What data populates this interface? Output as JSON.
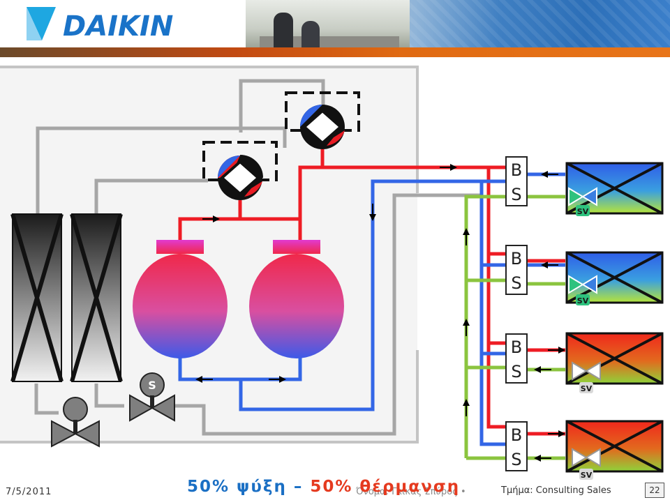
{
  "header": {
    "brand": "DAIKIN",
    "colors": {
      "brand_blue": "#1a73c8",
      "band_orange": "#e06a12"
    }
  },
  "diagram": {
    "bs_units": [
      {
        "b": "B",
        "s": "S"
      },
      {
        "b": "B",
        "s": "S"
      },
      {
        "b": "B",
        "s": "S"
      },
      {
        "b": "B",
        "s": "S"
      }
    ],
    "valve_label": "S",
    "sv_label": "SV",
    "colors": {
      "hot_pipe": "#ee1c24",
      "cold_pipe": "#3366e6",
      "liquid_pipe": "#8bc43f",
      "neutral_pipe": "#a6a6a6",
      "unit_cooling": "#3b6fe0",
      "unit_heating": "#e8301c"
    }
  },
  "footer": {
    "date": "7/5/2011",
    "caption_cool": "50% ψύξη –",
    "caption_heat": "50% θέρμανση",
    "author": "Όνομα: Γκίκας Σπύρος  •",
    "department": "Τμήμα: Consulting Sales",
    "page_number": "22"
  }
}
